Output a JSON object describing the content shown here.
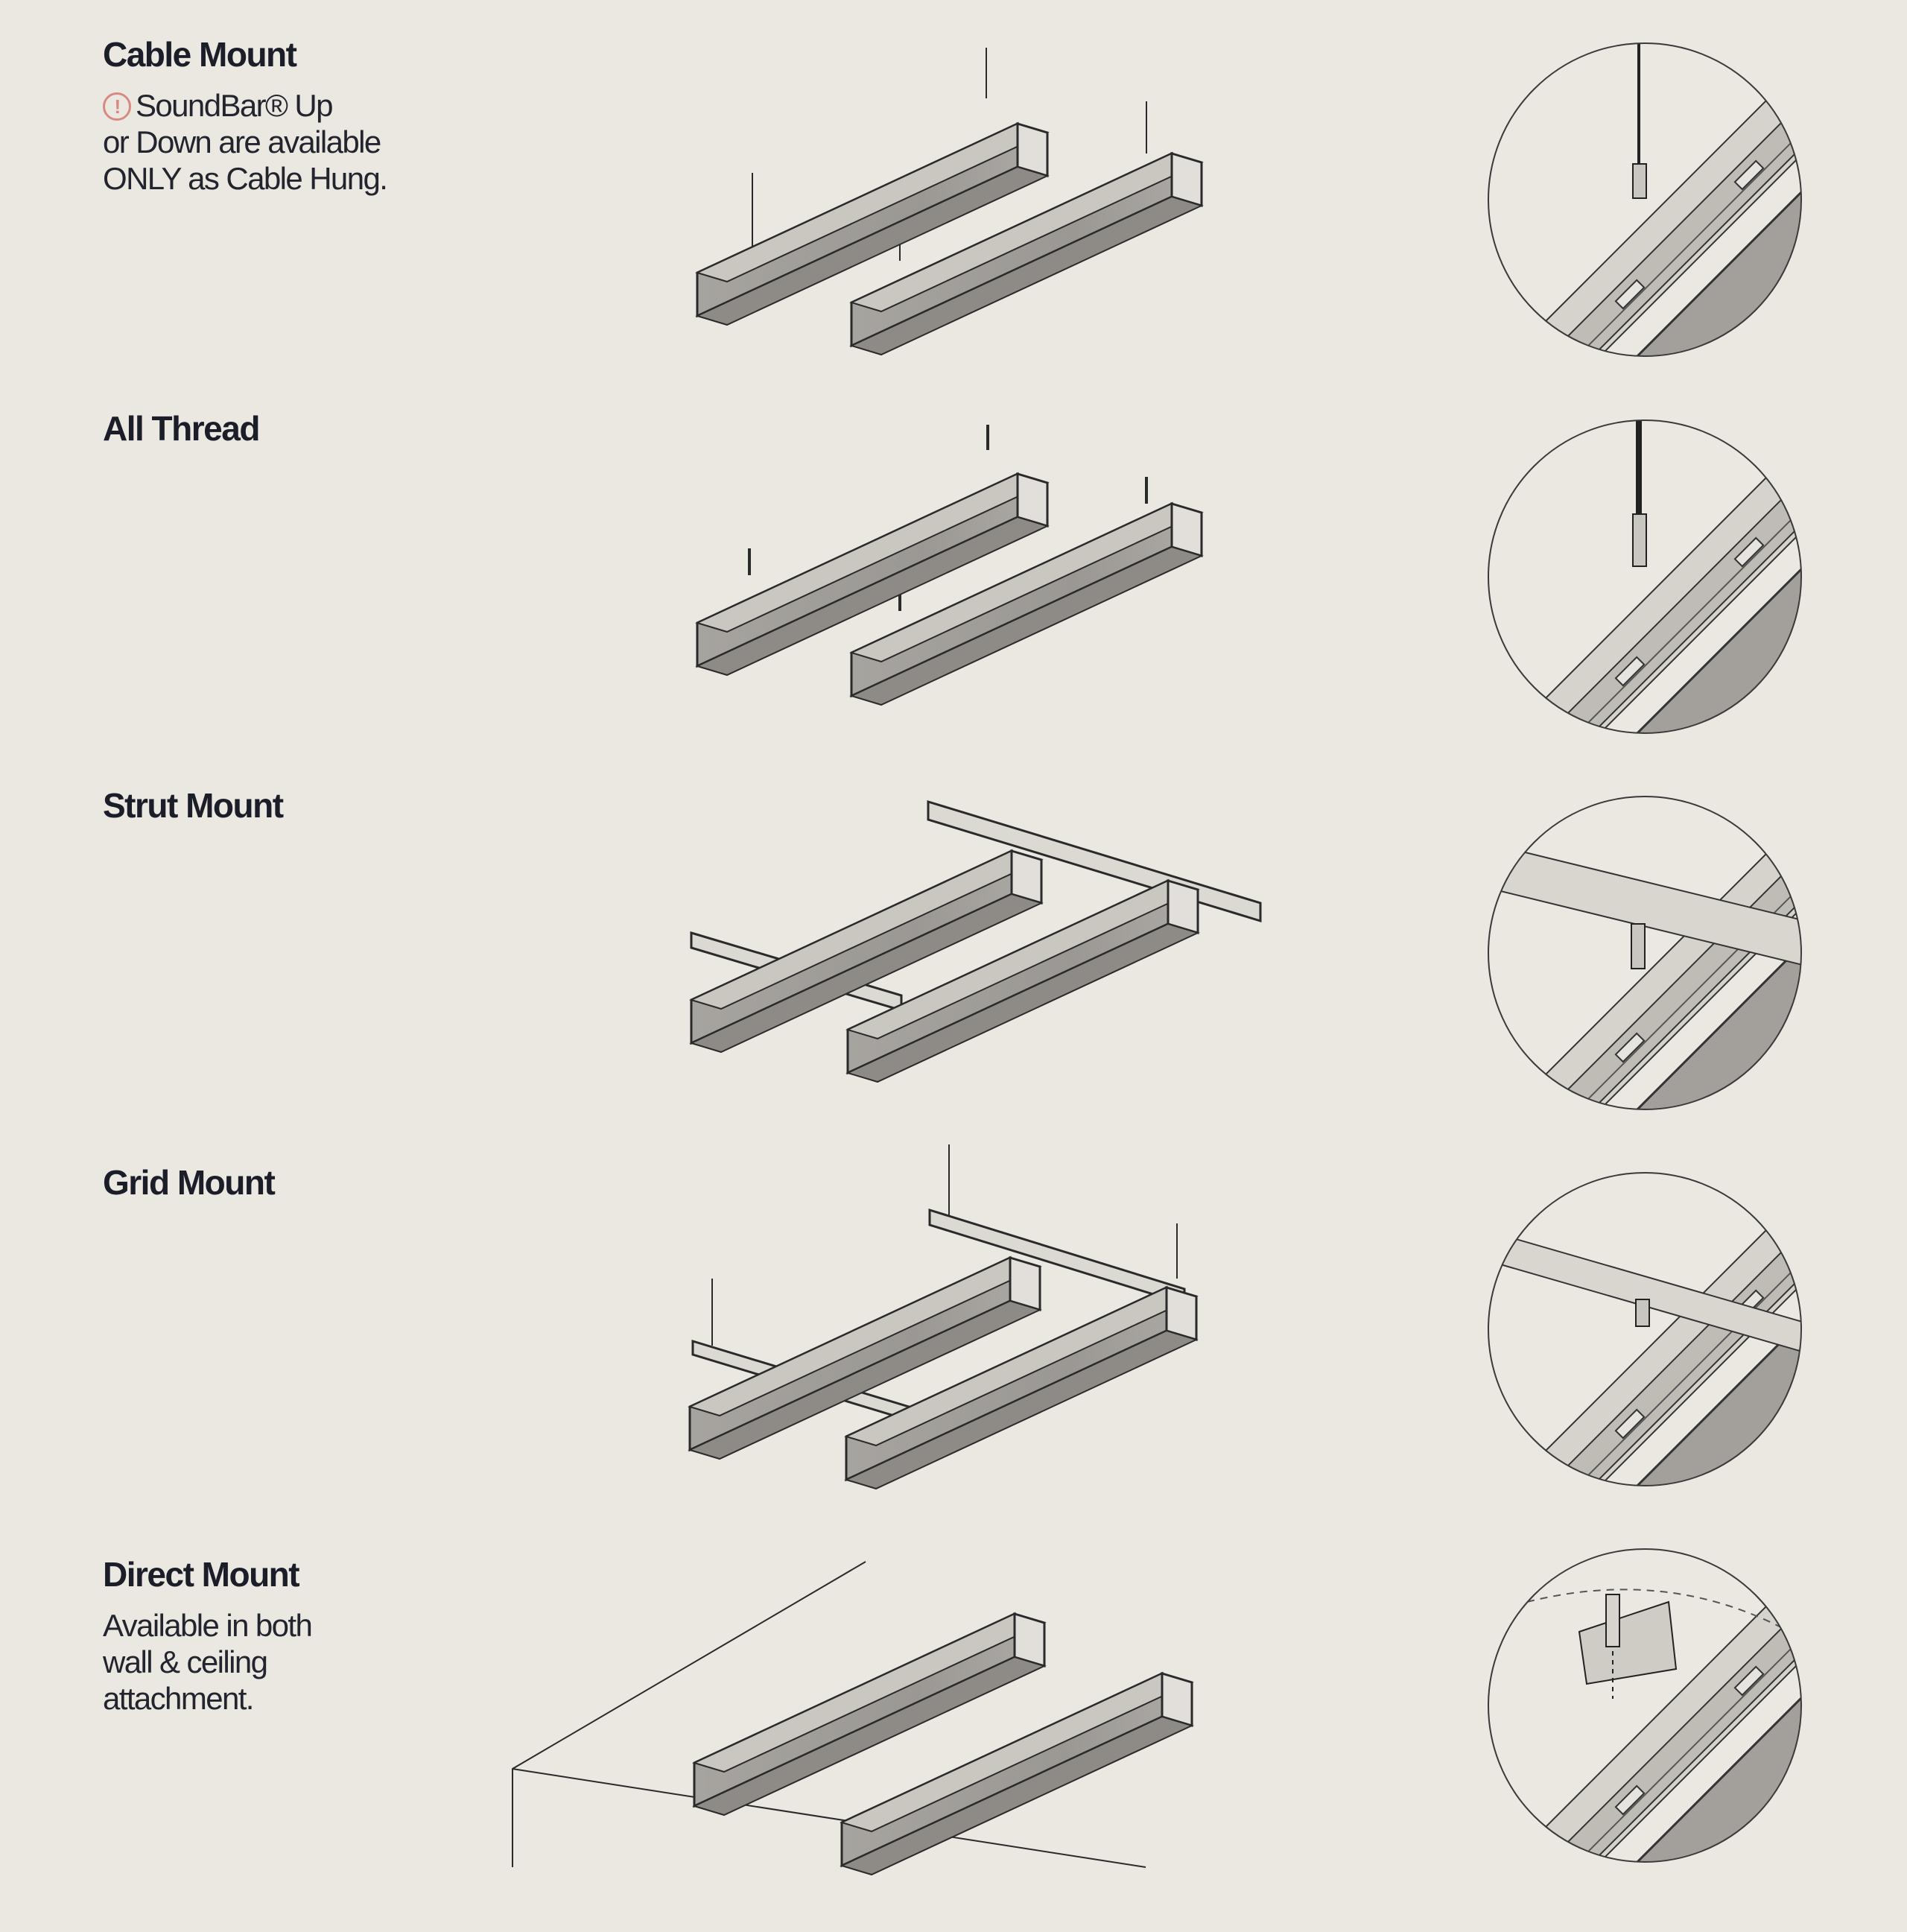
{
  "sections": [
    {
      "title": "Cable Mount",
      "note_lines": [
        "SoundBar® Up",
        "or Down are available",
        "ONLY as Cable Hung."
      ],
      "icon": "warning-circle-icon",
      "accent": "#d98a80"
    },
    {
      "title": "All Thread"
    },
    {
      "title": "Strut Mount"
    },
    {
      "title": "Grid Mount"
    },
    {
      "title": "Direct Mount",
      "note_lines": [
        "Available in both",
        "wall & ceiling",
        "attachment."
      ]
    }
  ],
  "colors": {
    "background": "#ebe7e1",
    "bar_face": "#a3a09b",
    "bar_top": "#cac7c1",
    "bar_end": "#e2dfda",
    "outline": "#2a2a2a"
  }
}
